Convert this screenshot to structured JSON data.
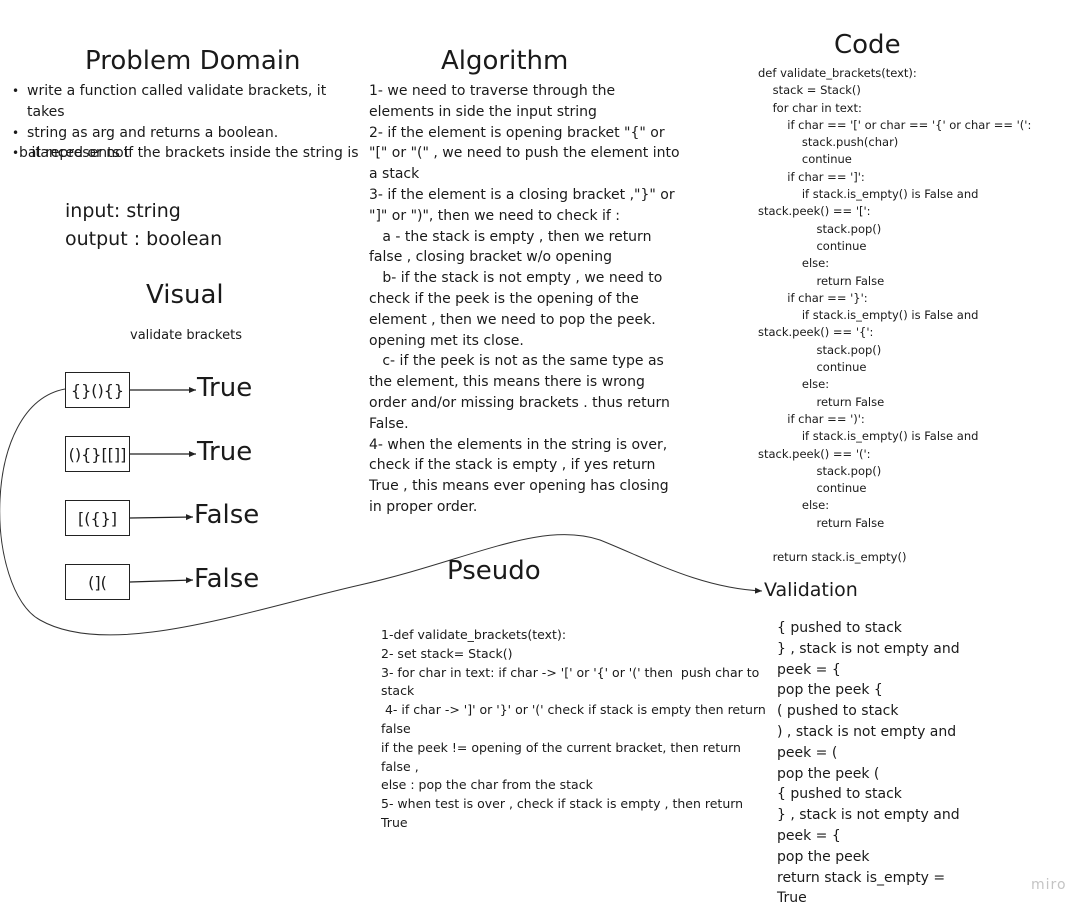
{
  "problem_domain": {
    "title": "Problem Domain",
    "bullets": [
      "write a function called validate brackets, it takes",
      "string as arg and returns a boolean.",
      " it represents if the brackets inside the string is"
    ],
    "continuation": "balanced or not",
    "input": "input: string",
    "output": "output : boolean"
  },
  "visual": {
    "title": "Visual",
    "subtitle": "validate brackets",
    "examples": [
      {
        "input": "{}(){}",
        "result": "True"
      },
      {
        "input": "(){}[[]]",
        "result": "True"
      },
      {
        "input": "[({}]",
        "result": "False"
      },
      {
        "input": "(](",
        "result": "False"
      }
    ]
  },
  "algorithm": {
    "title": "Algorithm",
    "lines": [
      "1- we need to traverse through the",
      "elements in side the input string",
      "2- if the element is opening bracket \"{\" or",
      "\"[\" or \"(\" , we need to push the element into",
      "a stack",
      "3- if the element is a closing bracket ,\"}\" or",
      "\"]\" or \")\", then we need to check if :",
      "   a - the stack is empty , then we return",
      "false , closing bracket w/o opening",
      "   b- if the stack is not empty , we need to",
      "check if the peek is the opening of the",
      "element , then we need to pop the peek.",
      "opening met its close.",
      "   c- if the peek is not as the same type as",
      "the element, this means there is wrong",
      "order and/or missing brackets . thus return",
      "False.",
      "4- when the elements in the string is over,",
      "check if the stack is empty , if yes return",
      "True , this means ever opening has closing",
      "in proper order."
    ]
  },
  "code": {
    "title": "Code",
    "lines": [
      "def validate_brackets(text):",
      "    stack = Stack()",
      "    for char in text:",
      "        if char == '[' or char == '{' or char == '(':",
      "            stack.push(char)",
      "            continue",
      "        if char == ']':",
      "            if stack.is_empty() is False and",
      "stack.peek() == '[':",
      "                stack.pop()",
      "                continue",
      "            else:",
      "                return False",
      "        if char == '}':",
      "            if stack.is_empty() is False and",
      "stack.peek() == '{':",
      "                stack.pop()",
      "                continue",
      "            else:",
      "                return False",
      "        if char == ')':",
      "            if stack.is_empty() is False and",
      "stack.peek() == '(':",
      "                stack.pop()",
      "                continue",
      "            else:",
      "                return False",
      "",
      "    return stack.is_empty()"
    ]
  },
  "pseudo": {
    "title": "Pseudo",
    "lines": [
      "1-def validate_brackets(text):",
      "2- set stack= Stack()",
      "3- for char in text: if char -> '[' or '{' or '(' then  push char to",
      "stack",
      " 4- if char -> ']' or '}' or '(' check if stack is empty then return",
      "false",
      "if the peek != opening of the current bracket, then return",
      "false ,",
      "else : pop the char from the stack",
      "5- when test is over , check if stack is empty , then return",
      "True"
    ]
  },
  "validation": {
    "title": "Validation",
    "lines": [
      "{ pushed to stack",
      "} , stack is not empty and",
      "peek = {",
      "pop the peek {",
      "( pushed to stack",
      ") , stack is not empty and",
      "peek = (",
      "pop the peek (",
      "{ pushed to stack",
      "} , stack is not empty and",
      "peek = {",
      "pop the peek",
      "return stack is_empty =",
      "True"
    ]
  },
  "watermark": "miro"
}
